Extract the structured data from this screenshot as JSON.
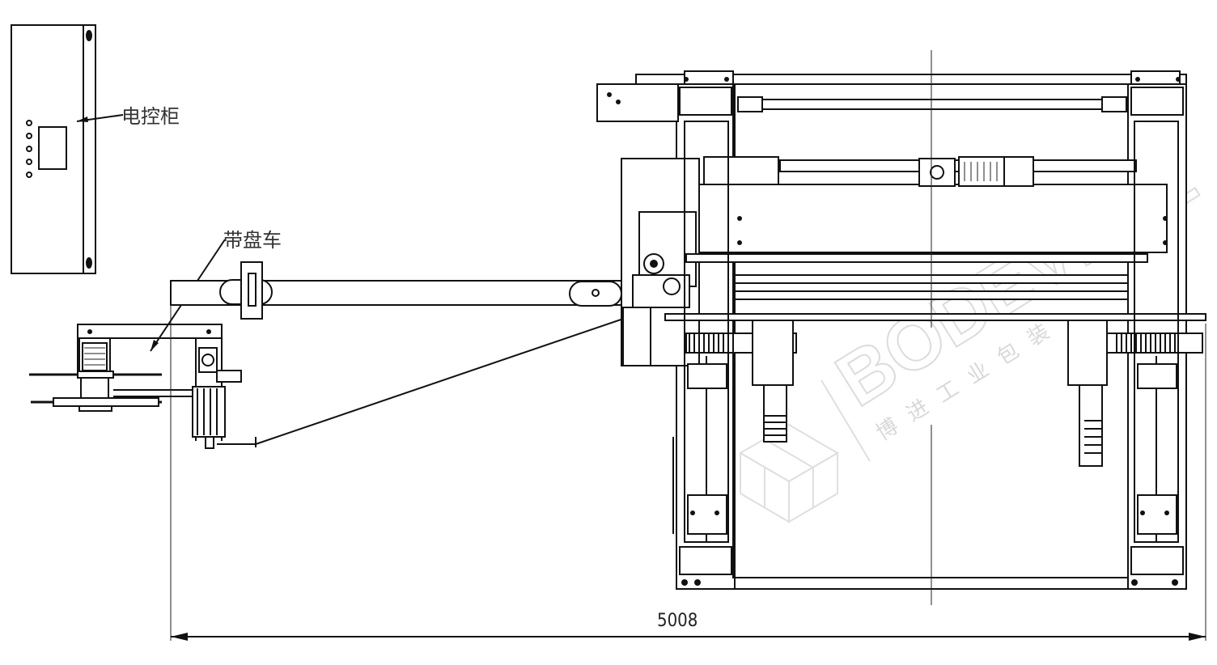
{
  "labels": {
    "control_cabinet": "电控柜",
    "tape_reel_cart": "带盘车"
  },
  "dimension": {
    "overall_length": "5008"
  },
  "watermark": {
    "brand": "BODEVELL",
    "company": "博进工业包装"
  }
}
